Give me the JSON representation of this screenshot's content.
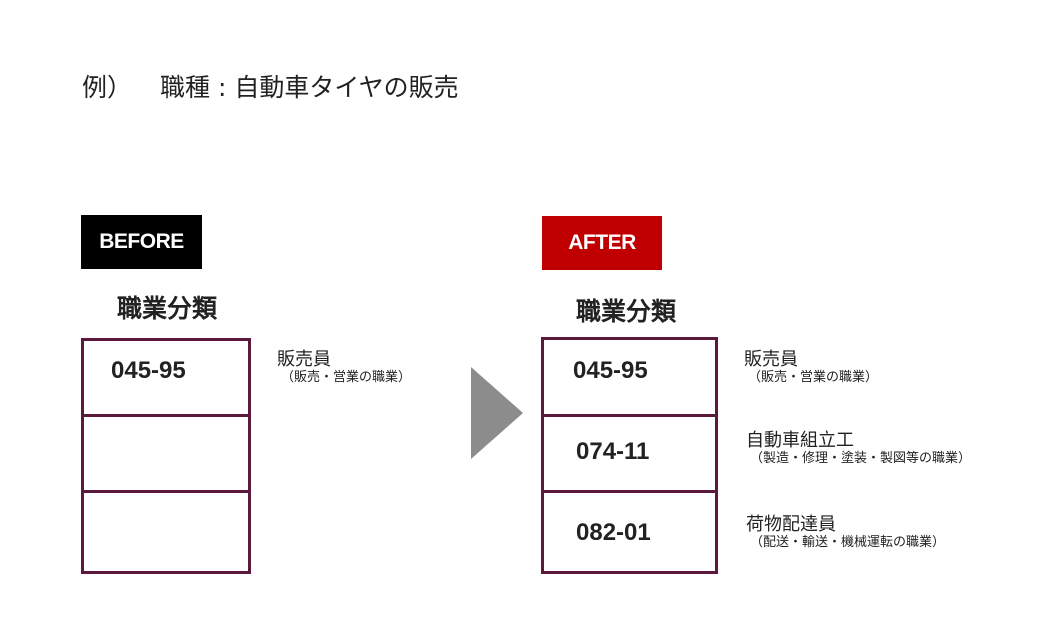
{
  "example": {
    "prefix": "例）",
    "title": "職種 : 自動車タイヤの販売"
  },
  "before": {
    "badge": "BEFORE",
    "heading": "職業分類",
    "rows": [
      {
        "code": "045-95",
        "name": "販売員",
        "detail": "（販売・営業の職業）"
      },
      {
        "code": "",
        "name": "",
        "detail": ""
      },
      {
        "code": "",
        "name": "",
        "detail": ""
      }
    ]
  },
  "after": {
    "badge": "AFTER",
    "heading": "職業分類",
    "rows": [
      {
        "code": "045-95",
        "name": "販売員",
        "detail": "（販売・営業の職業）"
      },
      {
        "code": "074-11",
        "name": "自動車組立工",
        "detail": "（製造・修理・塗装・製図等の職業）"
      },
      {
        "code": "082-01",
        "name": "荷物配達員",
        "detail": "（配送・輸送・機械運転の職業）"
      }
    ]
  },
  "colors": {
    "before_badge": "#000000",
    "after_badge": "#c00000",
    "box_border": "#5b1a3c",
    "arrow": "#8c8c8c"
  }
}
